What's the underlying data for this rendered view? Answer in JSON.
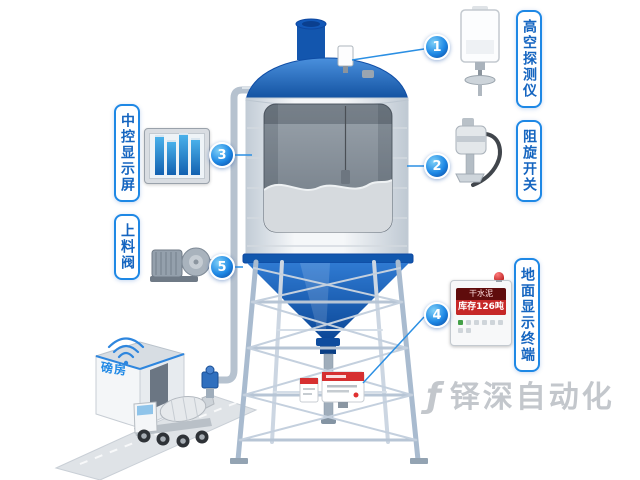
{
  "callouts": [
    {
      "num": "1",
      "label": "高空探测仪"
    },
    {
      "num": "2",
      "label": "阻旋开关"
    },
    {
      "num": "3",
      "label": "中控显示屏"
    },
    {
      "num": "4",
      "label": "地面显示终端"
    },
    {
      "num": "5",
      "label": "上料阀"
    }
  ],
  "terminal": {
    "line1": "干水泥",
    "line2": "库存126吨"
  },
  "scene": {
    "building_label": "磅房"
  },
  "watermark": {
    "logo": "ƒ",
    "text": "铎深自动化"
  },
  "colors": {
    "accent_blue": "#1e88e5",
    "silo_blue": "#1565c0",
    "deep_blue": "#0d47a1",
    "alert_red": "#d32f2f",
    "steel_gray": "#b4c2d2",
    "watermark_gray": "#b3b8be"
  },
  "icons": {
    "wifi": "wifi-icon",
    "alarm_beacon": "alarm-beacon-icon"
  }
}
